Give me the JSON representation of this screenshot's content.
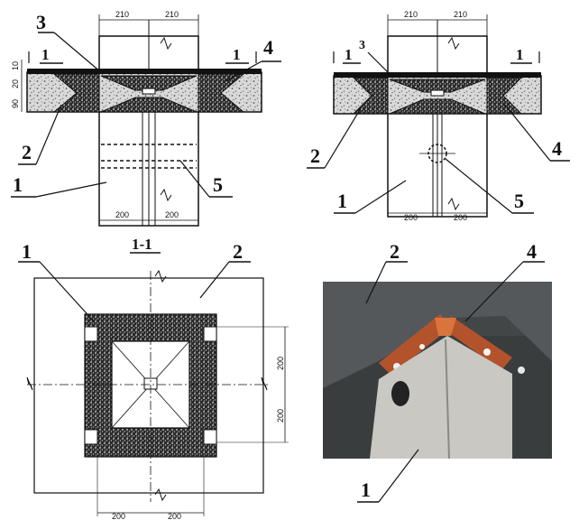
{
  "views": {
    "top_left": {
      "dims_top": [
        "210",
        "210"
      ],
      "dims_bottom": [
        "200",
        "200"
      ],
      "dims_left": [
        "10",
        "20",
        "90"
      ],
      "section_marks": [
        "1",
        "1"
      ],
      "callouts": [
        "1",
        "2",
        "3",
        "4",
        "5"
      ]
    },
    "top_right": {
      "dims_top": [
        "210",
        "210"
      ],
      "dims_bottom": [
        "200",
        "200"
      ],
      "section_marks": [
        "1",
        "1"
      ],
      "callouts": [
        "1",
        "2",
        "3",
        "4",
        "5"
      ]
    },
    "plan": {
      "title": "1-1",
      "dims_right": [
        "200",
        "200"
      ],
      "dims_bottom": [
        "200",
        "200"
      ],
      "callouts": [
        "1",
        "2"
      ]
    },
    "photo": {
      "callouts": [
        "1",
        "2",
        "4"
      ]
    }
  },
  "colors": {
    "ink": "#111111",
    "photo_bg": "#3a3d3e",
    "copper": "#b3532c"
  }
}
